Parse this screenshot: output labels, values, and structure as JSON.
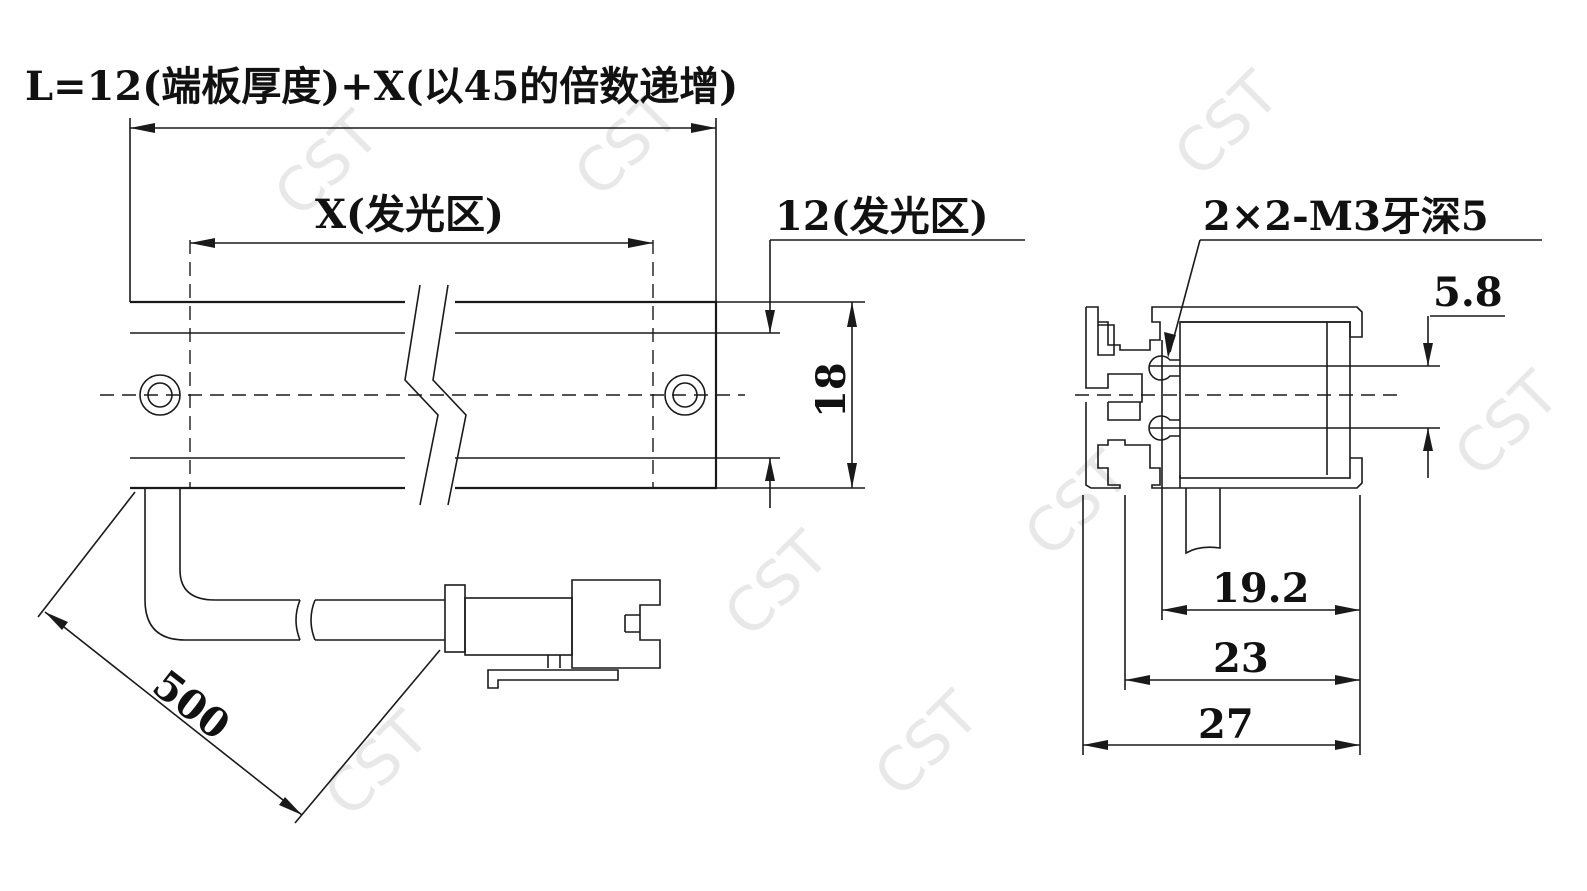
{
  "watermark": "CST",
  "labels": {
    "length_formula": "L=12(端板厚度)+X(以45的倍数递增)",
    "emitting_zone_x": "X(发光区)",
    "emitting_zone_12": "12(发光区)",
    "height": "18",
    "cable_length": "500",
    "thread_holes": "2×2-M3牙深5",
    "hole_spacing": "5.8",
    "dim_19_2": "19.2",
    "dim_23": "23",
    "dim_27": "27"
  }
}
